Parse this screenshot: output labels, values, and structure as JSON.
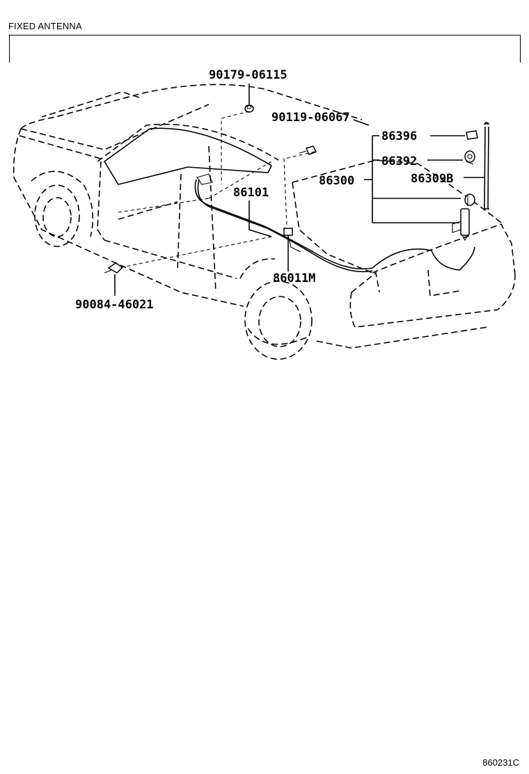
{
  "header": {
    "title": "FIXED ANTENNA"
  },
  "footer": {
    "ref_code": "860231C"
  },
  "parts": {
    "p1": "90179-06115",
    "p2": "90119-06067",
    "p3": "86396",
    "p4": "86392",
    "p5": "86300",
    "p6": "86309B",
    "p7": "86101",
    "p8": "86011M",
    "p9": "90084-46021"
  }
}
